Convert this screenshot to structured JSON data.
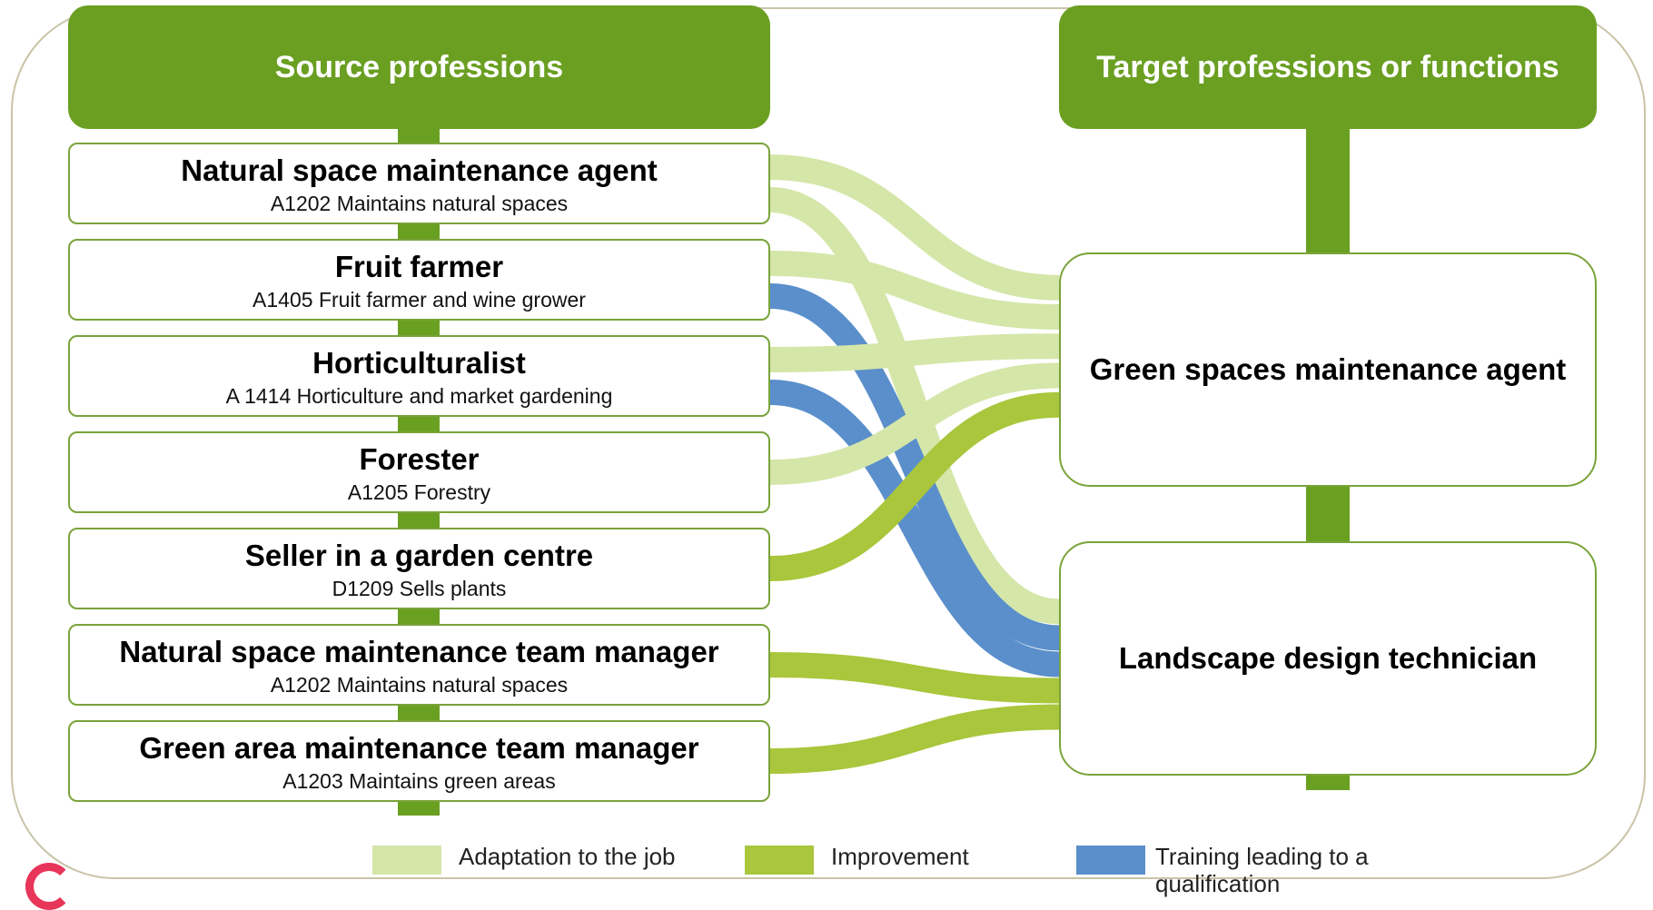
{
  "headers": {
    "source": "Source professions",
    "target": "Target professions or functions"
  },
  "sources": [
    {
      "id": "s0",
      "title": "Natural space maintenance agent",
      "code": "A1202 Maintains natural spaces"
    },
    {
      "id": "s1",
      "title": "Fruit farmer",
      "code": "A1405 Fruit farmer and wine grower"
    },
    {
      "id": "s2",
      "title": "Horticulturalist",
      "code": "A 1414 Horticulture and market gardening"
    },
    {
      "id": "s3",
      "title": "Forester",
      "code": "A1205 Forestry"
    },
    {
      "id": "s4",
      "title": "Seller in a garden centre",
      "code": "D1209 Sells plants"
    },
    {
      "id": "s5",
      "title": "Natural space maintenance team manager",
      "code": "A1202 Maintains natural spaces"
    },
    {
      "id": "s6",
      "title": "Green area maintenance team manager",
      "code": "A1203 Maintains green areas"
    }
  ],
  "targets": [
    {
      "id": "t0",
      "title": "Green spaces maintenance agent"
    },
    {
      "id": "t1",
      "title": "Landscape design technician"
    }
  ],
  "link_types": {
    "adaptation": {
      "label": "Adaptation to the job",
      "color": "#d5e6a9"
    },
    "improvement": {
      "label": "Improvement",
      "color": "#a9c63c"
    },
    "training": {
      "label": "Training leading to a qualification",
      "color": "#5a8fcb"
    }
  },
  "links": [
    {
      "from": "s0",
      "to": "t0",
      "type": "adaptation"
    },
    {
      "from": "s0",
      "to": "t1",
      "type": "adaptation"
    },
    {
      "from": "s1",
      "to": "t0",
      "type": "adaptation"
    },
    {
      "from": "s1",
      "to": "t1",
      "type": "training"
    },
    {
      "from": "s2",
      "to": "t0",
      "type": "adaptation"
    },
    {
      "from": "s2",
      "to": "t1",
      "type": "training"
    },
    {
      "from": "s3",
      "to": "t0",
      "type": "adaptation"
    },
    {
      "from": "s4",
      "to": "t0",
      "type": "improvement"
    },
    {
      "from": "s5",
      "to": "t1",
      "type": "improvement"
    },
    {
      "from": "s6",
      "to": "t1",
      "type": "improvement"
    }
  ],
  "colors": {
    "header": "#6a9f22",
    "spine": "#6aa022",
    "box_border": "#7aa33a",
    "frame": "#c9c4a6",
    "logo": "#e8355a"
  }
}
